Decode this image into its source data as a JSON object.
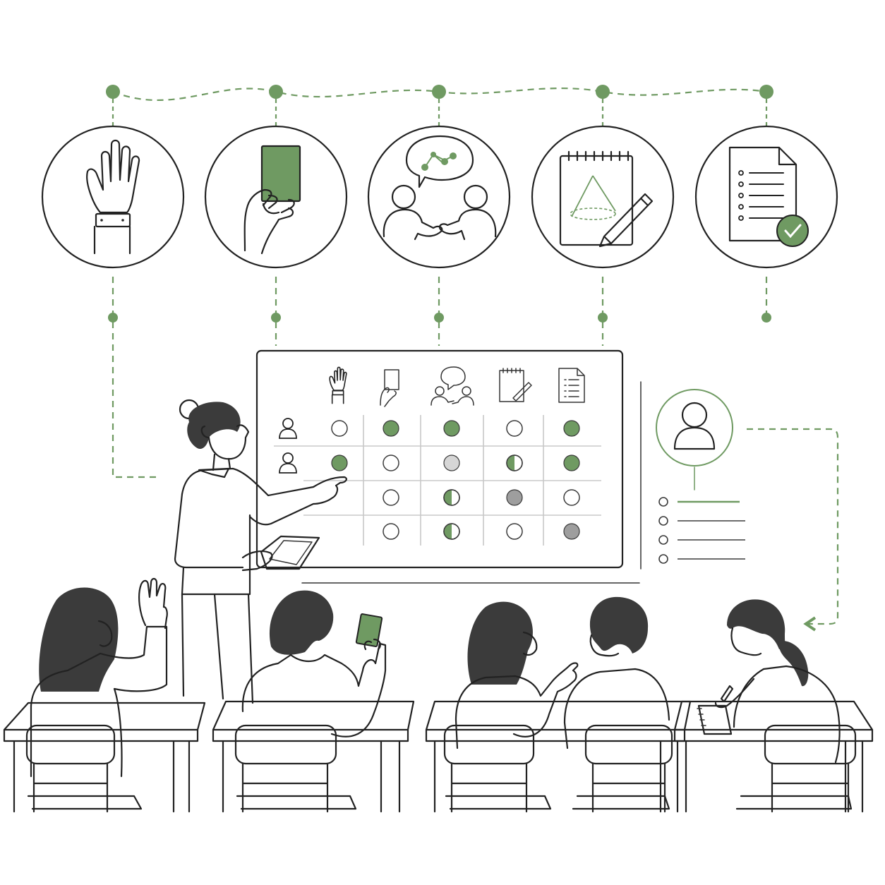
{
  "colors": {
    "accent": "#6f9a62",
    "accent_light": "#c9d8c2",
    "gray": "#9e9e9e",
    "gray_light": "#d6d6d6",
    "ink": "#222222",
    "hair": "#3b3b3b",
    "background": "#ffffff"
  },
  "techniques": [
    {
      "icon": "raised-hand-icon"
    },
    {
      "icon": "response-card-icon"
    },
    {
      "icon": "peer-discussion-icon"
    },
    {
      "icon": "sketch-notebook-icon"
    },
    {
      "icon": "checklist-document-icon"
    }
  ],
  "tracker": {
    "students": [
      {
        "icon": "student-avatar-icon"
      },
      {
        "icon": "student-avatar-icon"
      },
      {
        "icon": null
      },
      {
        "icon": null
      }
    ],
    "status_matrix": [
      [
        "empty",
        "filled",
        "filled",
        "empty",
        "filled"
      ],
      [
        "filled",
        "empty",
        "gray-light",
        "half-green",
        "filled"
      ],
      [
        null,
        "empty",
        "half-green",
        "gray",
        "empty"
      ],
      [
        null,
        "empty",
        "half-green",
        "empty",
        "gray"
      ]
    ]
  },
  "profile_panel": {
    "icon": "student-profile-icon",
    "checklist": [
      {
        "state": "empty",
        "line": "accent"
      },
      {
        "state": "empty",
        "line": "plain"
      },
      {
        "state": "empty",
        "line": "plain"
      },
      {
        "state": "empty",
        "line": "plain"
      }
    ]
  },
  "classroom": {
    "teacher": {
      "icon": "teacher-icon"
    },
    "students": [
      {
        "icon": "student-raising-hand-icon"
      },
      {
        "icon": "student-holding-card-icon"
      },
      {
        "icon": "student-discussing-icon"
      },
      {
        "icon": "student-listening-icon"
      },
      {
        "icon": "student-writing-icon"
      }
    ]
  }
}
